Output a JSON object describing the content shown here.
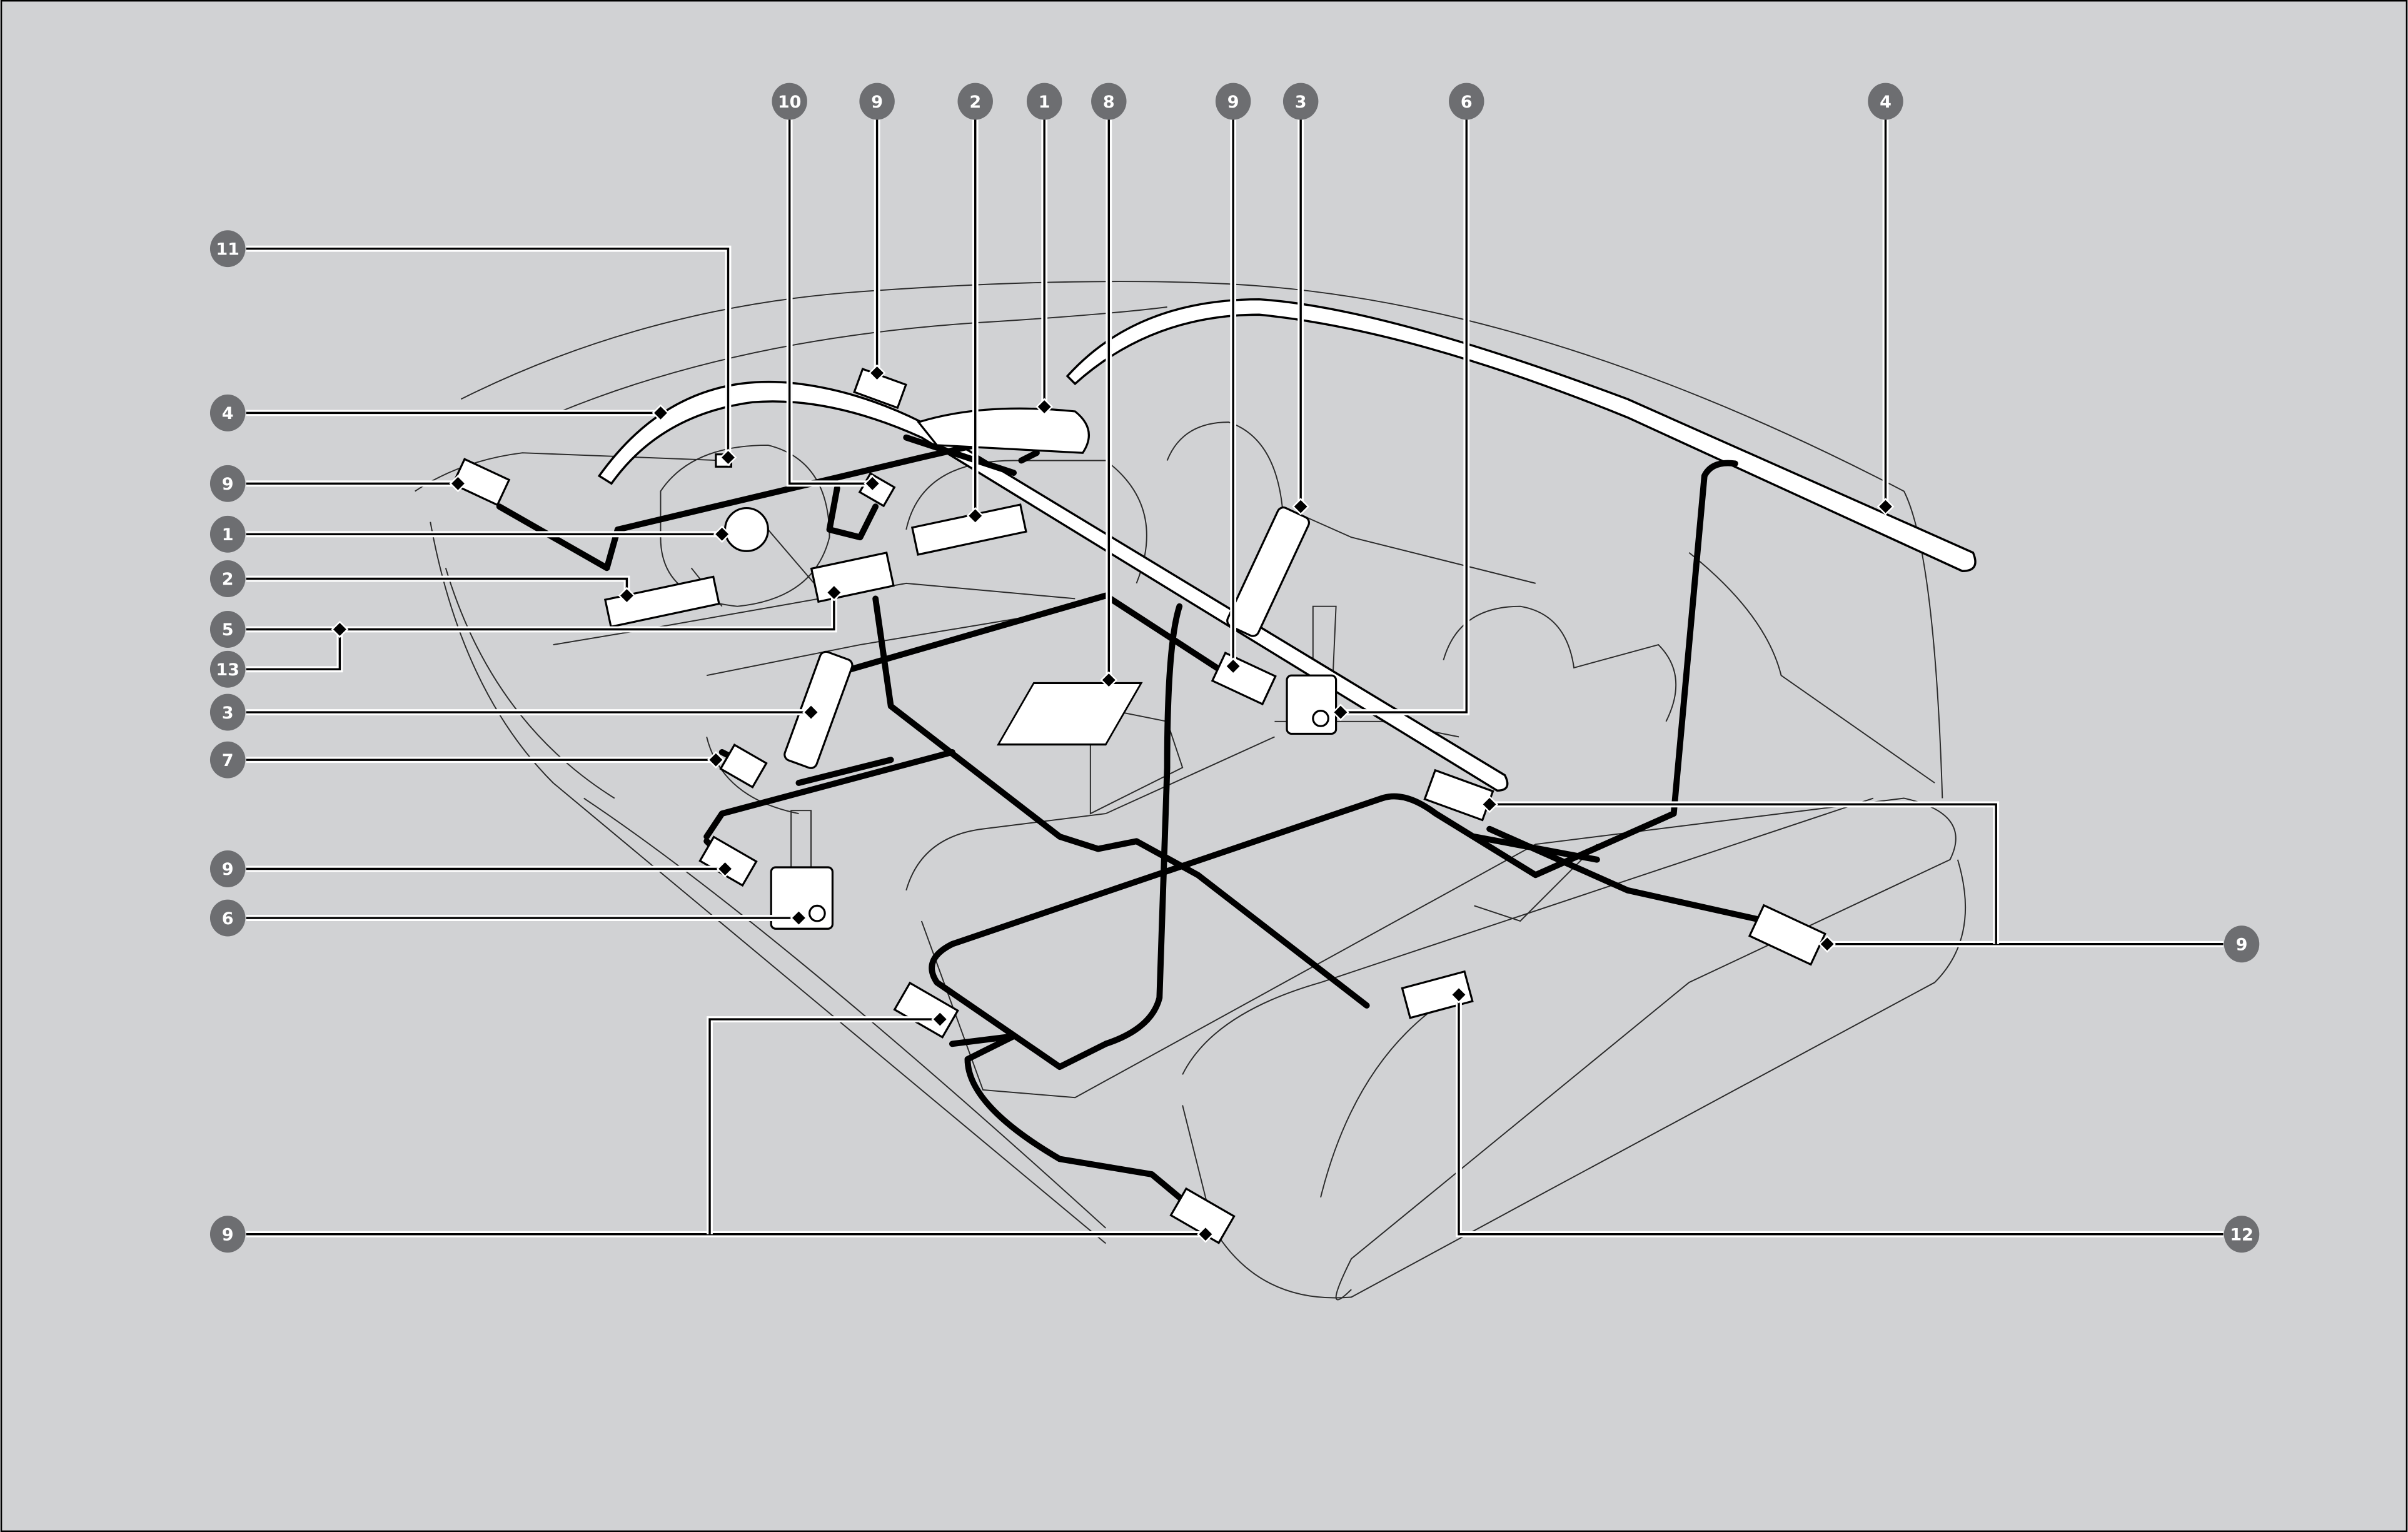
{
  "diagram": {
    "colors": {
      "background": "#d1d2d4",
      "badge": "#6d6e71",
      "harness": "#000000",
      "component": "#ffffff"
    },
    "callouts": [
      {
        "id": "c10-top",
        "label": "10"
      },
      {
        "id": "c9-top-a",
        "label": "9"
      },
      {
        "id": "c2-top",
        "label": "2"
      },
      {
        "id": "c1-top",
        "label": "1"
      },
      {
        "id": "c8-top",
        "label": "8"
      },
      {
        "id": "c9-top-b",
        "label": "9"
      },
      {
        "id": "c3-top",
        "label": "3"
      },
      {
        "id": "c6-top",
        "label": "6"
      },
      {
        "id": "c4-top",
        "label": "4"
      },
      {
        "id": "c11-left",
        "label": "11"
      },
      {
        "id": "c4-left",
        "label": "4"
      },
      {
        "id": "c9-left-a",
        "label": "9"
      },
      {
        "id": "c1-left",
        "label": "1"
      },
      {
        "id": "c2-left",
        "label": "2"
      },
      {
        "id": "c5-left",
        "label": "5"
      },
      {
        "id": "c13-left",
        "label": "13"
      },
      {
        "id": "c3-left",
        "label": "3"
      },
      {
        "id": "c7-left",
        "label": "7"
      },
      {
        "id": "c9-left-b",
        "label": "9"
      },
      {
        "id": "c6-left",
        "label": "6"
      },
      {
        "id": "c9-left-c",
        "label": "9"
      },
      {
        "id": "c9-right",
        "label": "9"
      },
      {
        "id": "c12-right",
        "label": "12"
      }
    ]
  }
}
